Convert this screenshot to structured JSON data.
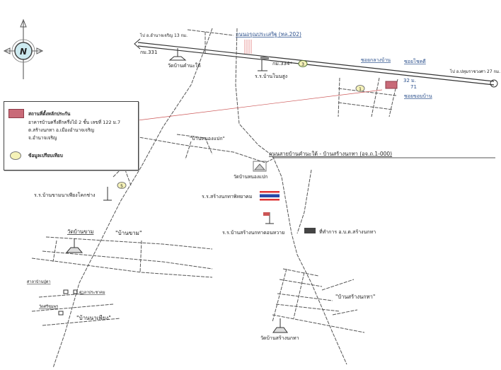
{
  "compass": {
    "letter": "N"
  },
  "legend": {
    "site_title": "สถานที่ตั้งหลักประกัน",
    "site_line1": "อาคารบ้านครึ่งตึกครึ่งไม้ 2 ชั้น เลขที่ 122 ม.7",
    "site_line2": "ต.สร้างนกทา  อ.เมืองอำนาจเจริญ",
    "site_line3": "จ.อำนาจเจริญ",
    "compare_label": "ข้อมูลเปรียบเทียบ",
    "site_color": "#c96a78",
    "compare_color": "#f5f2b8"
  },
  "roads": {
    "highway_name": "ถนนอรุณประเสริฐ (ทล.202)",
    "to_left": "ไป อ.อำนาจเจริญ 13 กม.",
    "km_left": "กม.331",
    "to_right": "ไป อ.ปทุมราชวงศา 27 กม.",
    "km_334": "กม.334*",
    "local_road": "ถนนสายบ้านคำนะใต้ - บ้านสร้างนกทา (อจ.ถ.1-000)",
    "soi_klang": "ซอยกลางบ้าน",
    "soi_chokdee": "ซอยโชคดี",
    "soi_khop": "ซอยขอบบ้าน",
    "dist_32": "32 ม.",
    "dist_71": "71"
  },
  "markers": {
    "m1": "1",
    "m3": "3",
    "m5": "5"
  },
  "places": {
    "wat_khamna": "วัดบ้านคำนะใต้",
    "school_nonsung": "ร.ร.บ้านโนนสูง",
    "ban_nongpaek": "\"บ้านหนองแปก\"",
    "wat_nongpaek": "วัดบ้านหนองแปก",
    "school_pittayakom": "ร.ร.สร้างนกทาพิทยาคม",
    "school_donwai": "ร.ร.บ้านสร้างนกทาดอนหวาย",
    "obt_office": "ที่ทำการ อ.บ.ต.สร้างนกทา",
    "school_kham": "ร.ร.บ้านขามนาเพียงโคกช่าง",
    "wat_kham": "วัดบ้านขาม",
    "ban_kham": "\"บ้านขาม\"",
    "sala_puta": "ศาลาบ้านปู่ตา",
    "sala_community": "ศาลาประชาคม",
    "wat_srichumphon": "วัดศรีชุมพร",
    "ban_napiang": "\"บ้านนาเพียง\"",
    "ban_sangnokta": "\"บ้านสร้างนกทา\"",
    "wat_sangnokta": "วัดบ้านสร้างนกทา"
  }
}
